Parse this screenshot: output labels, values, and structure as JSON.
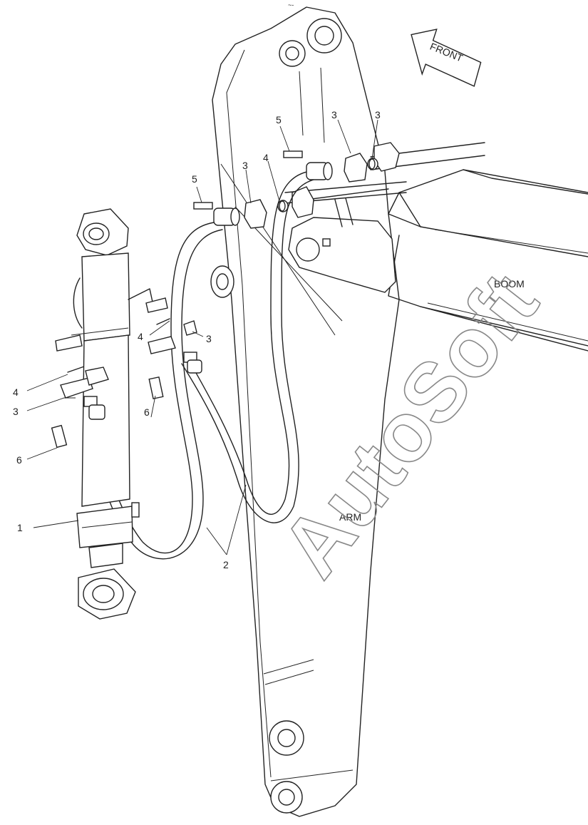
{
  "callouts": {
    "c1": "1",
    "c2": "2",
    "c3a": "3",
    "c3b": "3",
    "c3c": "3",
    "c3d": "3",
    "c4a": "4",
    "c4b": "4",
    "c4c": "4",
    "c5a": "5",
    "c5b": "5",
    "c6a": "6",
    "c6b": "6"
  },
  "labels": {
    "front": "FRONT",
    "boom": "BOOM",
    "arm": "ARM",
    "watermark": "AutoSoft",
    "top_mark": "~-"
  }
}
